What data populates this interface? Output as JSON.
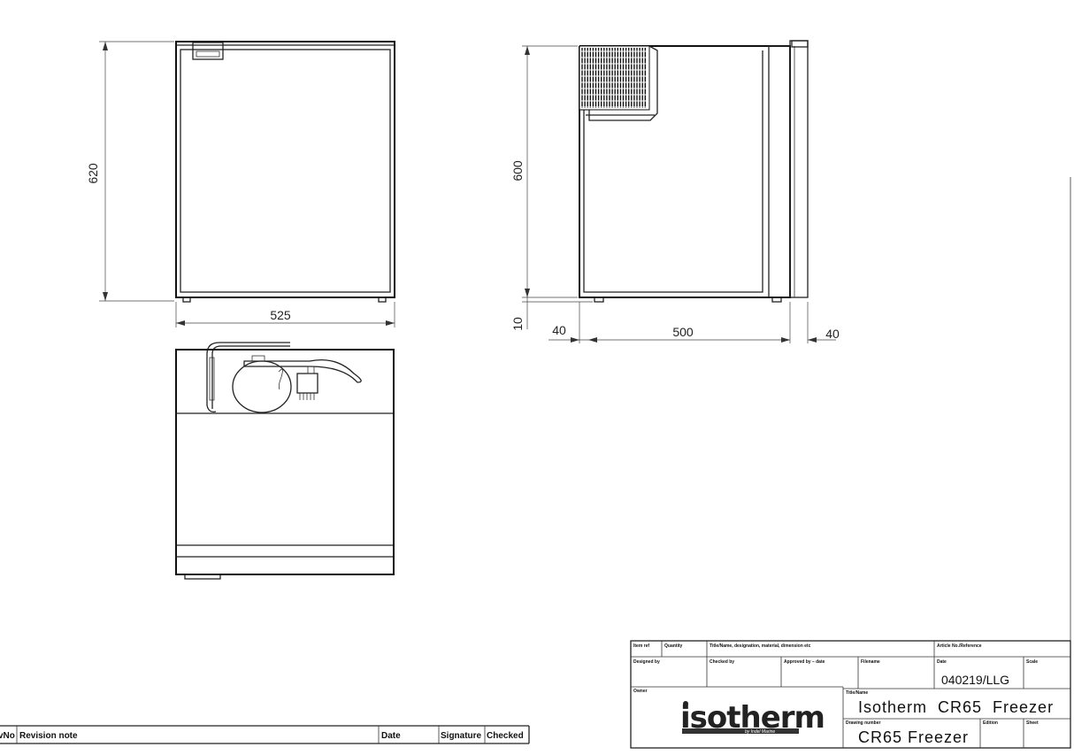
{
  "dimensions": {
    "front_height": "620",
    "front_width": "525",
    "side_height": "600",
    "side_foot": "10",
    "side_left_offset": "40",
    "side_depth": "500",
    "side_right_offset": "40"
  },
  "title_block": {
    "headers": {
      "item_ref": "Item ref",
      "quantity": "Quantity",
      "title_desc": "Title/Name, designation, material, dimension etc",
      "article_no": "Article No./Reference",
      "designed_by": "Designed by",
      "checked_by": "Checked by",
      "approved_by": "Approved by – date",
      "filename": "Filename",
      "date": "Date",
      "scale": "Scale",
      "owner": "Owner",
      "title_name": "Title/Name",
      "drawing_number": "Drawing number",
      "edition": "Edition",
      "sheet": "Sheet"
    },
    "date_value": "040219/LLG",
    "title_value": "Isotherm  CR65  Freezer",
    "drawing_number_value": "CR65 Freezer",
    "logo_text": "isotherm",
    "logo_subtext": "by Indel Marine"
  },
  "revision_table": {
    "rev_no": "vNo",
    "revision_note": "Revision note",
    "date": "Date",
    "signature": "Signature",
    "checked": "Checked"
  }
}
